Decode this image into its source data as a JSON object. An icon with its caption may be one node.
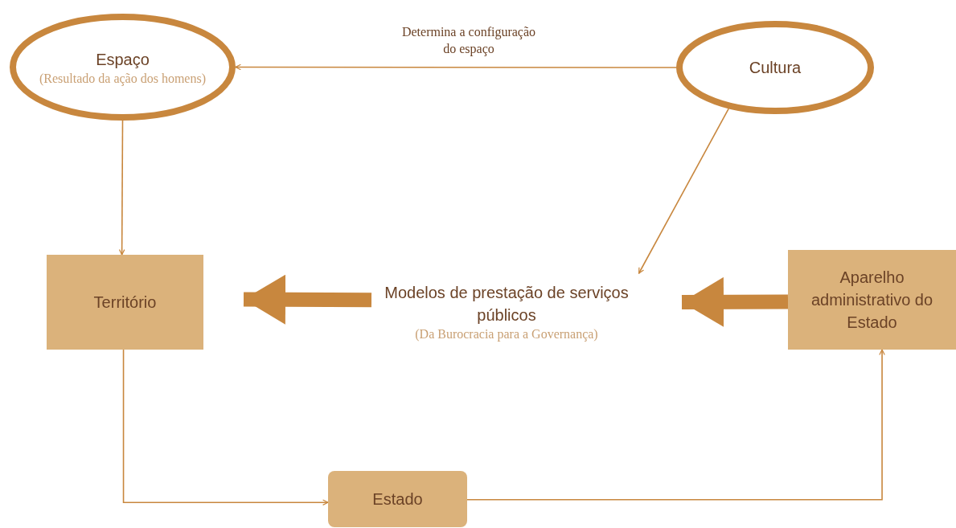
{
  "diagram": {
    "nodes": [
      {
        "text": [
          "Espaço",
          "(Resultado da ação dos homens)"
        ]
      },
      {
        "text": [
          "Cultura"
        ]
      },
      {
        "text": [
          "Território"
        ]
      },
      {
        "text": [
          "Modelos de prestação de serviços públicos",
          "(Da Burocracia para a Governança)"
        ]
      },
      {
        "text": [
          "Aparelho administrativo do Estado"
        ]
      },
      {
        "text": [
          "Estado"
        ]
      }
    ],
    "edges": [
      {
        "from": 1,
        "to": 0,
        "arrow": "to",
        "label": "Determina a configuração do espaço"
      },
      {
        "from": 0,
        "to": 2,
        "arrow": "to"
      },
      {
        "from": 1,
        "to": 3,
        "arrow": "to"
      },
      {
        "from": 3,
        "to": 2,
        "arrow": "to",
        "style": "thick"
      },
      {
        "from": 4,
        "to": 3,
        "arrow": "to",
        "style": "thick"
      },
      {
        "from": 2,
        "to": 5,
        "arrow": "to"
      },
      {
        "from": 5,
        "to": 4,
        "arrow": "to"
      }
    ]
  }
}
